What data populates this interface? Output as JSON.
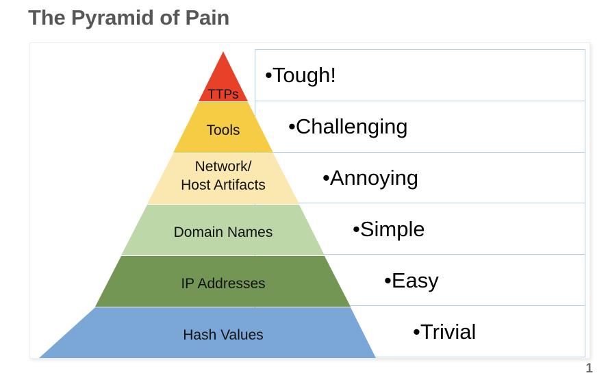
{
  "slide": {
    "title": "The Pyramid of Pain",
    "page_number": "1"
  },
  "chart_data": {
    "type": "pyramid",
    "title": "The Pyramid of Pain",
    "description": "Six-level pyramid mapping indicator types to the difficulty they cause an adversary, from Trivial at the base to Tough at the apex.",
    "levels": [
      {
        "rank": 1,
        "indicator": "TTPs",
        "pain": "Tough!",
        "color": "#E8412A",
        "text_color": "#111111"
      },
      {
        "rank": 2,
        "indicator": "Tools",
        "pain": "Challenging",
        "color": "#F5CC44",
        "text_color": "#111111"
      },
      {
        "rank": 3,
        "indicator": "Network/\nHost Artifacts",
        "indicator_line1": "Network/",
        "indicator_line2": "Host Artifacts",
        "pain": "Annoying",
        "color": "#FAE8B0",
        "text_color": "#111111"
      },
      {
        "rank": 4,
        "indicator": "Domain Names",
        "pain": "Simple",
        "color": "#BDD7A8",
        "text_color": "#111111"
      },
      {
        "rank": 5,
        "indicator": "IP Addresses",
        "pain": "Easy",
        "color": "#739654",
        "text_color": "#111111"
      },
      {
        "rank": 6,
        "indicator": "Hash Values",
        "pain": "Trivial",
        "color": "#7BA7D7",
        "text_color": "#111111"
      }
    ],
    "bullet_glyph": "•",
    "grid_line_color": "#AECBE8",
    "title_color": "#575757"
  }
}
